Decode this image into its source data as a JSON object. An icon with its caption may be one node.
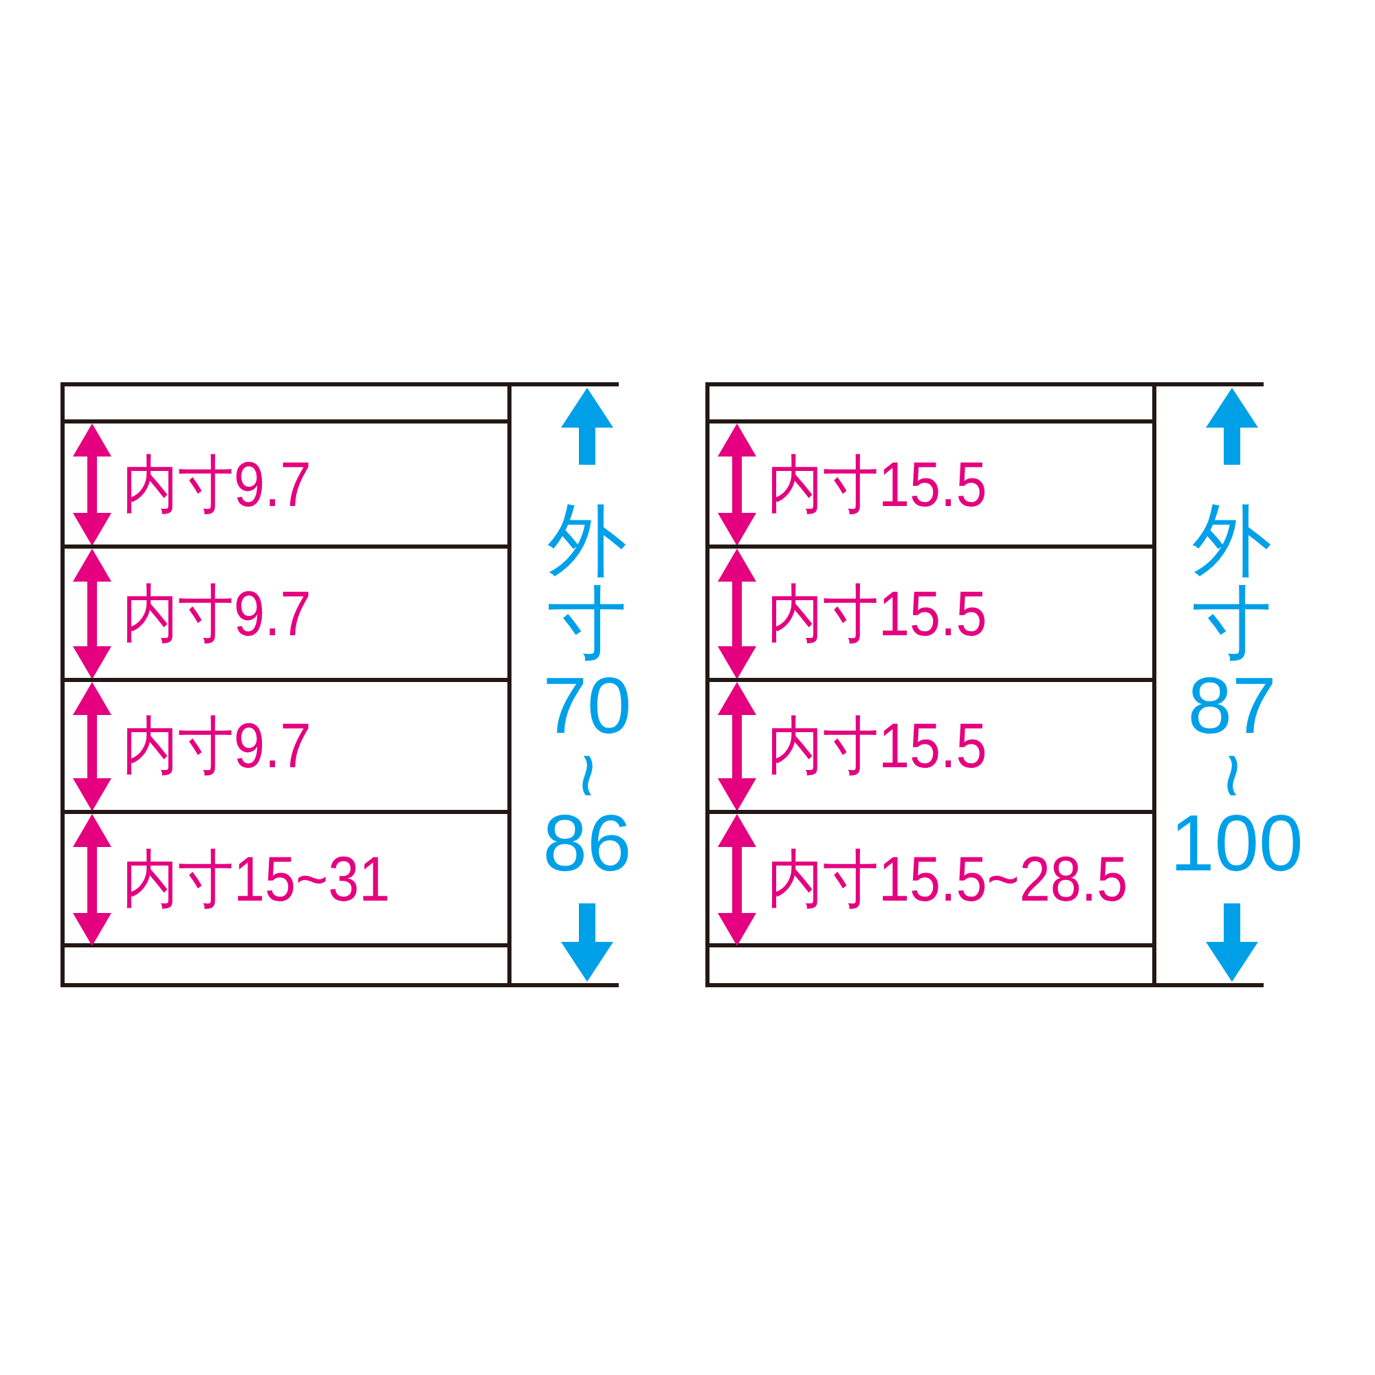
{
  "diagram": {
    "nodes": [
      {
        "text": [],
        "shape": "box"
      },
      {
        "text": [
          "内寸9.7"
        ],
        "in": 0
      },
      {
        "text": [
          "内寸9.7"
        ],
        "in": 0
      },
      {
        "text": [
          "内寸9.7"
        ],
        "in": 0
      },
      {
        "text": [
          "内寸15~31"
        ],
        "in": 0
      },
      {
        "text": [],
        "shape": "box"
      },
      {
        "text": [
          "内寸15.5"
        ],
        "in": 5
      },
      {
        "text": [
          "内寸15.5"
        ],
        "in": 5
      },
      {
        "text": [
          "内寸15.5"
        ],
        "in": 5
      },
      {
        "text": [
          "内寸15.5~28.5"
        ],
        "in": 5
      }
    ],
    "labels": [
      "外寸70~86",
      "外寸87~100"
    ]
  }
}
